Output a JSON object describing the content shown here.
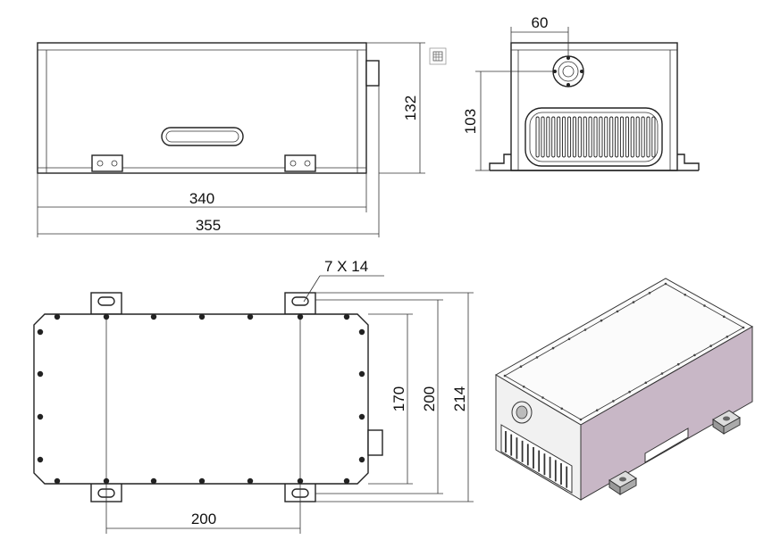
{
  "dimensions": {
    "front_view_width_inner": "340",
    "front_view_width_overall": "355",
    "front_view_height": "132",
    "side_view_connector_offset": "60",
    "side_view_connector_height": "103",
    "top_view_mount_slot": "7 X 14",
    "top_view_inner_width": "170",
    "top_view_body_width": "200",
    "top_view_overall_width": "214",
    "top_view_hole_spacing": "200"
  },
  "icons": {
    "small_frame_icon": "frame-select-icon"
  },
  "colors": {
    "side_panel": "#c8b7c6",
    "line": "#222222"
  }
}
